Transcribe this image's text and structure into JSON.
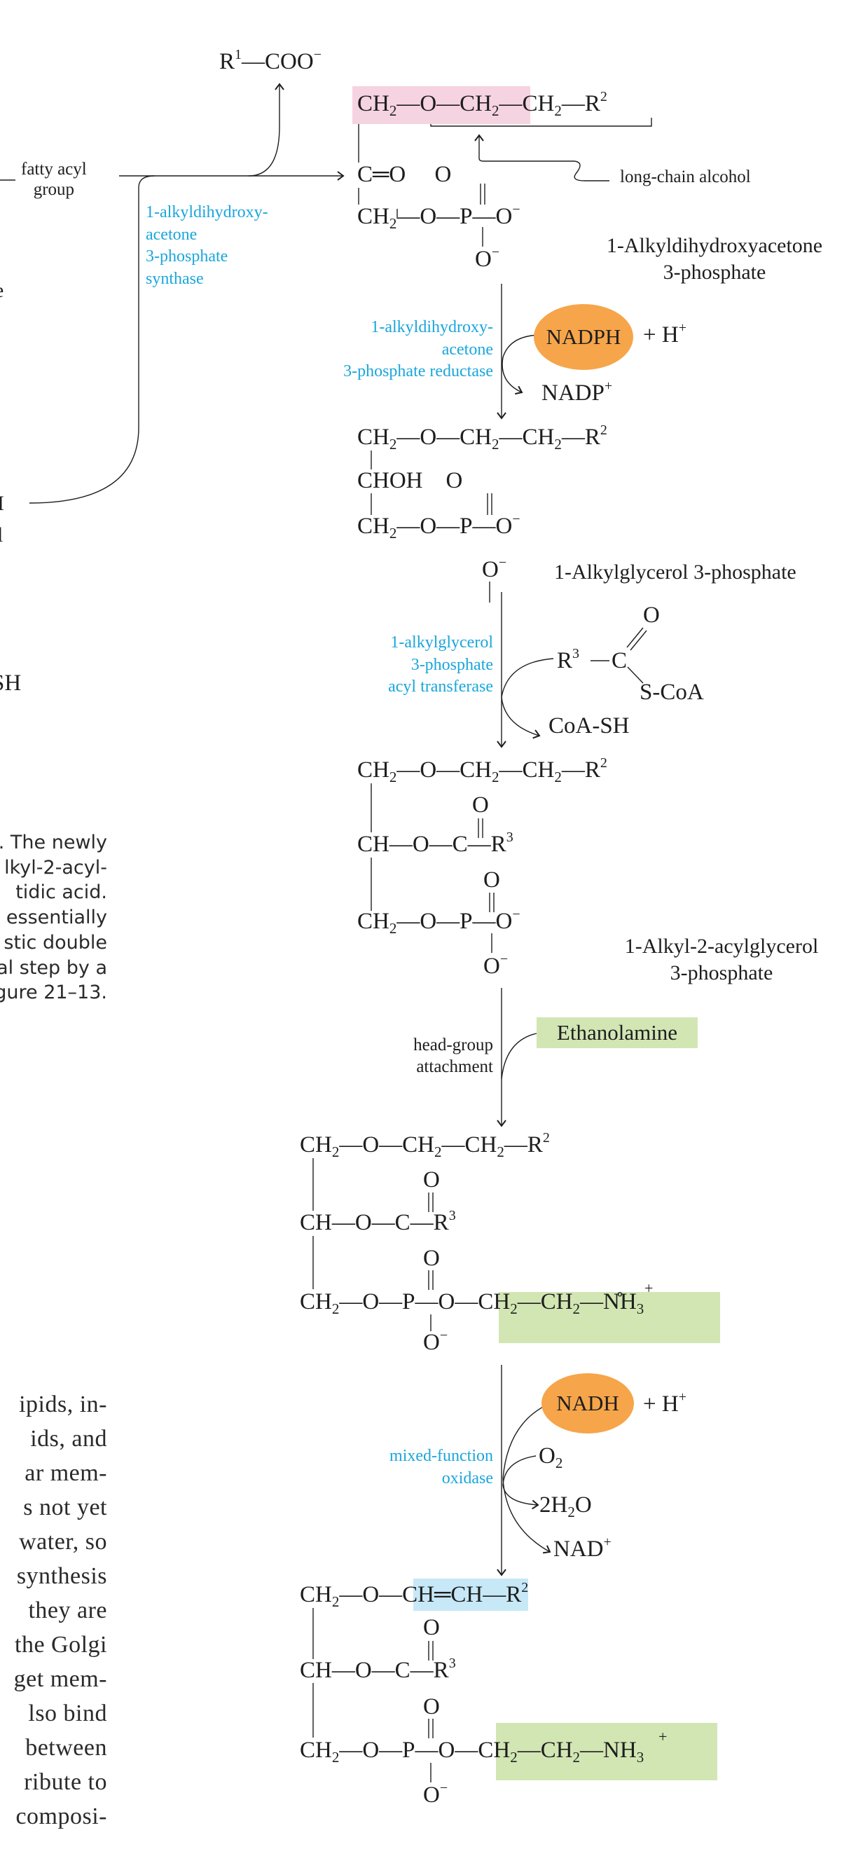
{
  "left_margin": {
    "fragments": {
      "e_fragment": "e",
      "bracket_fragment_1": "I",
      "bracket_fragment_2": "l",
      "sh_fragment": "SH"
    },
    "caption_lines": [
      ". The newly",
      "lkyl-2-acyl-",
      "tidic   acid.",
      "essentially",
      "stic  double",
      "al  step  by  a",
      "gure 21–13."
    ],
    "body_lines": [
      "ipids,  in-",
      "ids,   and",
      "ar   mem-",
      "s  not  yet",
      "water,  so",
      "synthesis",
      "they  are",
      "the  Golgi",
      "get   mem-",
      "lso   bind",
      "between",
      "ribute  to",
      "composi-"
    ]
  },
  "pathway": {
    "byproduct_top": {
      "r": "R",
      "r_sup": "1",
      "rest": "—COO",
      "charge": "−"
    },
    "fatty_acyl_label": [
      "fatty acyl",
      "group"
    ],
    "long_chain_alcohol_label": "long-chain alcohol",
    "colors": {
      "ether_highlight": "#f6d3e1",
      "headgroup_highlight": "#d2e6b4",
      "vinyl_highlight": "#c7e8f6",
      "cofactor": "#f6a54a",
      "enzyme_text": "#1aa6dc"
    },
    "steps": [
      {
        "enzyme": [
          "1-alkyldihydroxy-",
          "acetone",
          "3-phosphate",
          "synthase"
        ],
        "product_name": [
          "1-Alkyldihydroxyacetone",
          "3-phosphate"
        ]
      },
      {
        "enzyme": [
          "1-alkyldihydroxy-",
          "acetone",
          "3-phosphate reductase"
        ],
        "cofactor_in": "NADPH",
        "cofactor_in_extra": "+ H",
        "cofactor_in_extra_sup": "+",
        "cofactor_out": "NADP",
        "cofactor_out_sup": "+",
        "product_name": [
          "1-Alkylglycerol 3-phosphate"
        ]
      },
      {
        "enzyme": [
          "1-alkylglycerol",
          "3-phosphate",
          "acyl transferase"
        ],
        "substrate": {
          "r": "R",
          "r_sup": "3",
          "c": "C",
          "o": "O",
          "scoa": "S-CoA"
        },
        "released": "CoA-SH",
        "product_name": [
          "1-Alkyl-2-acylglycerol",
          "3-phosphate"
        ]
      },
      {
        "enzyme": [
          "head-group",
          "attachment"
        ],
        "substrate": "Ethanolamine"
      },
      {
        "enzyme": [
          "mixed-function",
          "oxidase"
        ],
        "cofactor_in": "NADH",
        "cofactor_in_extra": "+ H",
        "cofactor_in_extra_sup": "+",
        "o2": "O",
        "o2_sub": "2",
        "water": "2H",
        "water_sub": "2",
        "water_tail": "O",
        "cofactor_out": "NAD",
        "cofactor_out_sup": "+"
      }
    ]
  }
}
